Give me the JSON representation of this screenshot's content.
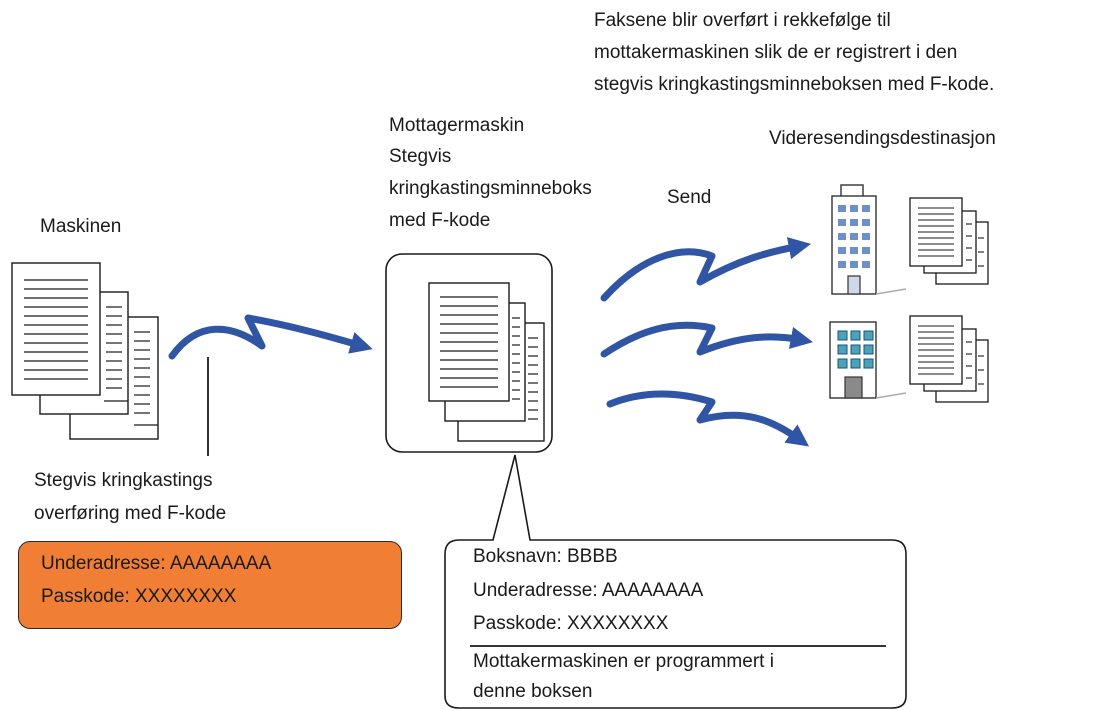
{
  "header_note": {
    "line1": "Faksene blir overført i rekkefølge til",
    "line2": "mottakermaskinen slik de er registrert i den",
    "line3": "stegvis kringkastingsminneboksen med F-kode."
  },
  "labels": {
    "machine": "Maskinen",
    "receiver_line1": "Mottagermaskin",
    "receiver_line2": "Stegvis",
    "receiver_line3": "kringkastingsminneboks",
    "receiver_line4": "med F-kode",
    "send": "Send",
    "forward_destination": "Videresendingsdestinasjon",
    "transfer_line1": "Stegvis kringkastings",
    "transfer_line2": "overføring med F-kode"
  },
  "sender_settings": {
    "subaddress": "Underadresse: AAAAAAAA",
    "passcode": "Passkode: XXXXXXXX"
  },
  "box_callout": {
    "box_name": "Boksnavn: BBBB",
    "subaddress": "Underadresse: AAAAAAAA",
    "passcode": "Passkode: XXXXXXXX",
    "note_line1": "Mottakermaskinen er programmert i",
    "note_line2": "denne boksen"
  },
  "icons": {
    "document_stack": "document-stack-icon",
    "office_building": "office-building-icon",
    "wave_arrow": "zigzag-arrow-icon"
  },
  "colors": {
    "arrow": "#2f55a4",
    "highlight_box": "#f07f35",
    "outline": "#1a1a1a",
    "building_window": "#6f8fc9"
  }
}
